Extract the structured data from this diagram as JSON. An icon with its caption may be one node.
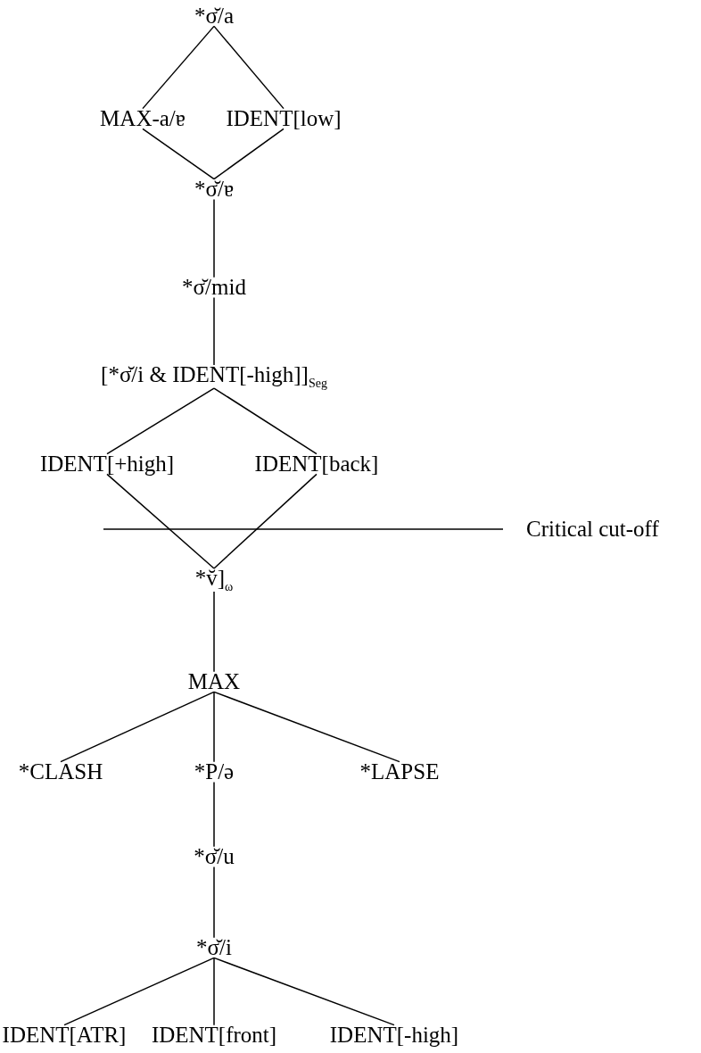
{
  "diagram": {
    "nodes": [
      {
        "text": [
          "*σ̆/a"
        ]
      },
      {
        "text": [
          "MAX-a/ɐ"
        ]
      },
      {
        "text": [
          "IDENT[low]"
        ]
      },
      {
        "text": [
          "*σ̆/ɐ"
        ]
      },
      {
        "text": [
          "*σ̆/mid"
        ]
      },
      {
        "text": [
          "[*σ̆/i & IDENT[-high]]$_{Seg}$"
        ]
      },
      {
        "text": [
          "IDENT[+high]"
        ]
      },
      {
        "text": [
          "IDENT[back]"
        ]
      },
      {
        "text": [
          "*v̆]$_{ω}$"
        ]
      },
      {
        "text": [
          "MAX"
        ]
      },
      {
        "text": [
          "*CLASH"
        ]
      },
      {
        "text": [
          "*P/ə"
        ]
      },
      {
        "text": [
          "*LAPSE"
        ]
      },
      {
        "text": [
          "*σ̆/u"
        ]
      },
      {
        "text": [
          "*σ̆/i"
        ]
      },
      {
        "text": [
          "IDENT[ATR]"
        ]
      },
      {
        "text": [
          "IDENT[front]"
        ]
      },
      {
        "text": [
          "IDENT[-high]"
        ]
      }
    ],
    "edges": [
      {
        "from": 0,
        "to": 1,
        "arrow": "none"
      },
      {
        "from": 0,
        "to": 2,
        "arrow": "none"
      },
      {
        "from": 1,
        "to": 3,
        "arrow": "none"
      },
      {
        "from": 2,
        "to": 3,
        "arrow": "none"
      },
      {
        "from": 3,
        "to": 4,
        "arrow": "none"
      },
      {
        "from": 4,
        "to": 5,
        "arrow": "none"
      },
      {
        "from": 5,
        "to": 6,
        "arrow": "none"
      },
      {
        "from": 5,
        "to": 7,
        "arrow": "none"
      },
      {
        "from": 6,
        "to": 8,
        "arrow": "none"
      },
      {
        "from": 7,
        "to": 8,
        "arrow": "none"
      },
      {
        "from": 8,
        "to": 9,
        "arrow": "none"
      },
      {
        "from": 9,
        "to": 10,
        "arrow": "none"
      },
      {
        "from": 9,
        "to": 11,
        "arrow": "none"
      },
      {
        "from": 9,
        "to": 12,
        "arrow": "none"
      },
      {
        "from": 11,
        "to": 13,
        "arrow": "none"
      },
      {
        "from": 13,
        "to": 14,
        "arrow": "none"
      },
      {
        "from": 14,
        "to": 15,
        "arrow": "none"
      },
      {
        "from": 14,
        "to": 16,
        "arrow": "none"
      },
      {
        "from": 14,
        "to": 17,
        "arrow": "none"
      }
    ],
    "labels": [
      "Critical cut-off"
    ]
  }
}
